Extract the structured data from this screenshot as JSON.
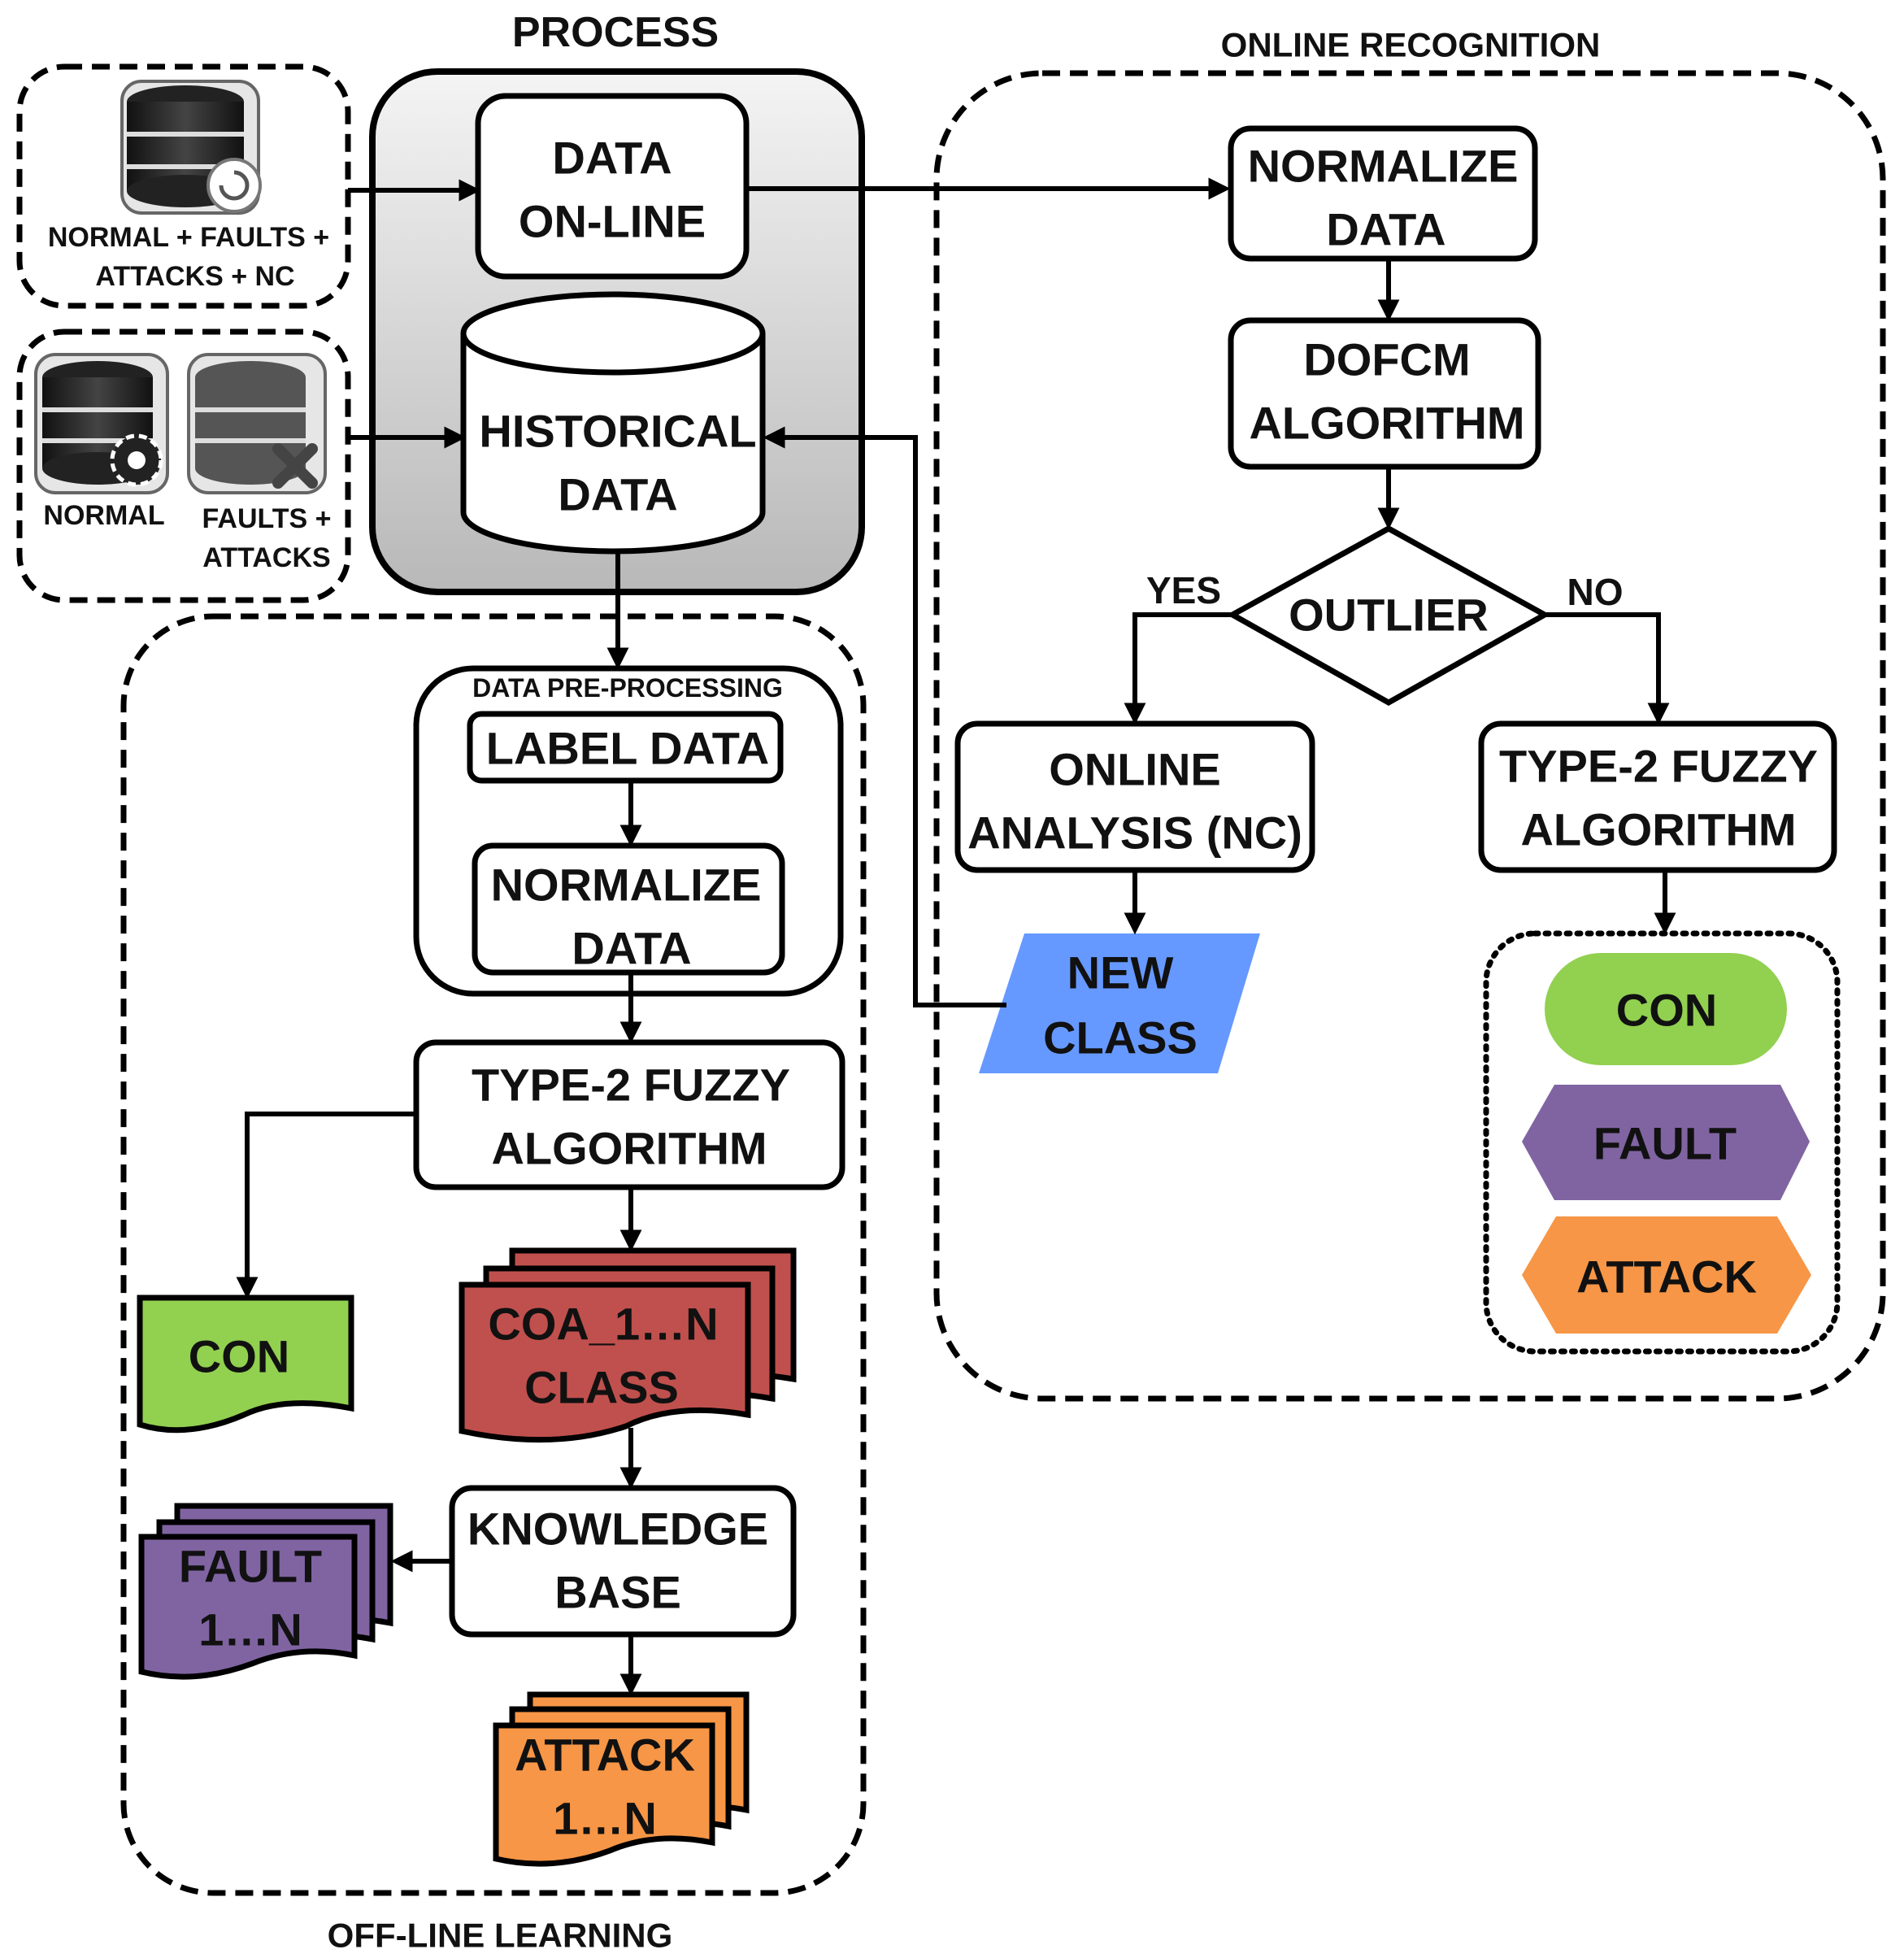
{
  "sections": {
    "process": "PROCESS",
    "online_recognition": "ONLINE RECOGNITION",
    "offline_learning": "OFF-LINE LEARNING",
    "data_preprocessing": "DATA PRE-PROCESSING"
  },
  "sources": {
    "top_label_line1": "NORMAL + FAULTS +",
    "top_label_line2": "ATTACKS + NC",
    "normal_label": "NORMAL",
    "faults_label_line1": "FAULTS +",
    "faults_label_line2": "ATTACKS"
  },
  "process": {
    "data_online_line1": "DATA",
    "data_online_line2": "ON-LINE",
    "historical_line1": "HISTORICAL",
    "historical_line2": "DATA"
  },
  "online": {
    "normalize_line1": "NORMALIZE",
    "normalize_line2": "DATA",
    "dofcm_line1": "DOFCM",
    "dofcm_line2": "ALGORITHM",
    "outlier": "OUTLIER",
    "yes": "YES",
    "no": "NO",
    "analysis_line1": "ONLINE",
    "analysis_line2": "ANALYSIS (NC)",
    "newclass_line1": "NEW",
    "newclass_line2": "CLASS",
    "fuzzy_line1": "TYPE-2 FUZZY",
    "fuzzy_line2": "ALGORITHM",
    "out_con": "CON",
    "out_fault": "FAULT",
    "out_attack": "ATTACK"
  },
  "offline": {
    "label_data": "LABEL DATA",
    "normalize_line1": "NORMALIZE",
    "normalize_line2": "DATA",
    "fuzzy_line1": "TYPE-2 FUZZY",
    "fuzzy_line2": "ALGORITHM",
    "con": "CON",
    "coa_line1": "COA_1…N",
    "coa_line2": "CLASS",
    "kb_line1": "KNOWLEDGE",
    "kb_line2": "BASE",
    "fault_line1": "FAULT",
    "fault_line2": "1…N",
    "attack_line1": "ATTACK",
    "attack_line2": "1…N"
  },
  "colors": {
    "con_green": "#92d050",
    "fault_purple": "#8064a2",
    "attack_orange": "#f79646",
    "coa_red": "#c0504d",
    "newclass_blue": "#6699ff",
    "process_gray": "#d0d0d0"
  },
  "icons": [
    "database-refresh-icon",
    "database-gear-icon",
    "database-x-icon"
  ]
}
